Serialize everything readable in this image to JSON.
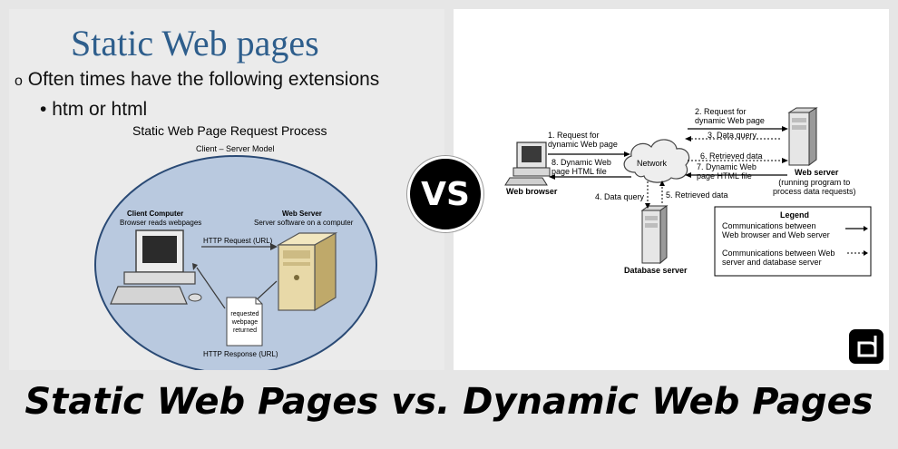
{
  "left": {
    "title": "Static Web pages",
    "bullet1_marker": "o",
    "bullet1": "Often times have the following extensions",
    "bullet2_marker": "•",
    "bullet2": "htm or html",
    "diagram_title": "Static Web Page Request Process",
    "diagram_subtitle": "Client – Server Model",
    "client_title": "Client Computer",
    "client_desc": "Browser reads webpages",
    "server_title": "Web Server",
    "server_desc": "Server software on a computer",
    "http_request": "HTTP Request (URL)",
    "http_response": "HTTP Response (URL)",
    "doc_line1": "requested",
    "doc_line2": "webpage",
    "doc_line3": "returned"
  },
  "vs_label": "VS",
  "right": {
    "step1_line1": "1. Request for",
    "step1_line2": "dynamic Web page",
    "step2_line1": "2. Request for",
    "step2_line2": "dynamic Web page",
    "step3": "3. Data query",
    "step4": "4. Data query",
    "step5": "5. Retrieved data",
    "step6": "6. Retrieved data",
    "step7_line1": "7. Dynamic Web",
    "step7_line2": "page HTML file",
    "step8_line1": "8. Dynamic Web",
    "step8_line2": "page HTML file",
    "network": "Network",
    "web_browser": "Web browser",
    "web_server": "Web server",
    "web_server_note1": "(running program to",
    "web_server_note2": "process data requests)",
    "database_server": "Database server",
    "legend_title": "Legend",
    "legend1_line1": "Communications between",
    "legend1_line2": "Web browser and Web server",
    "legend2_line1": "Communications between Web",
    "legend2_line2": "server and database server"
  },
  "footer_title": "Static Web Pages vs. Dynamic Web Pages",
  "colors": {
    "title_blue": "#2e5e8c",
    "ellipse_fill": "#b9c9df",
    "ellipse_stroke": "#2a4a75",
    "background": "#e6e6e6"
  },
  "icons": [
    "computer-icon",
    "server-icon",
    "document-icon",
    "cloud-icon",
    "database-server-icon",
    "logo-icon"
  ]
}
